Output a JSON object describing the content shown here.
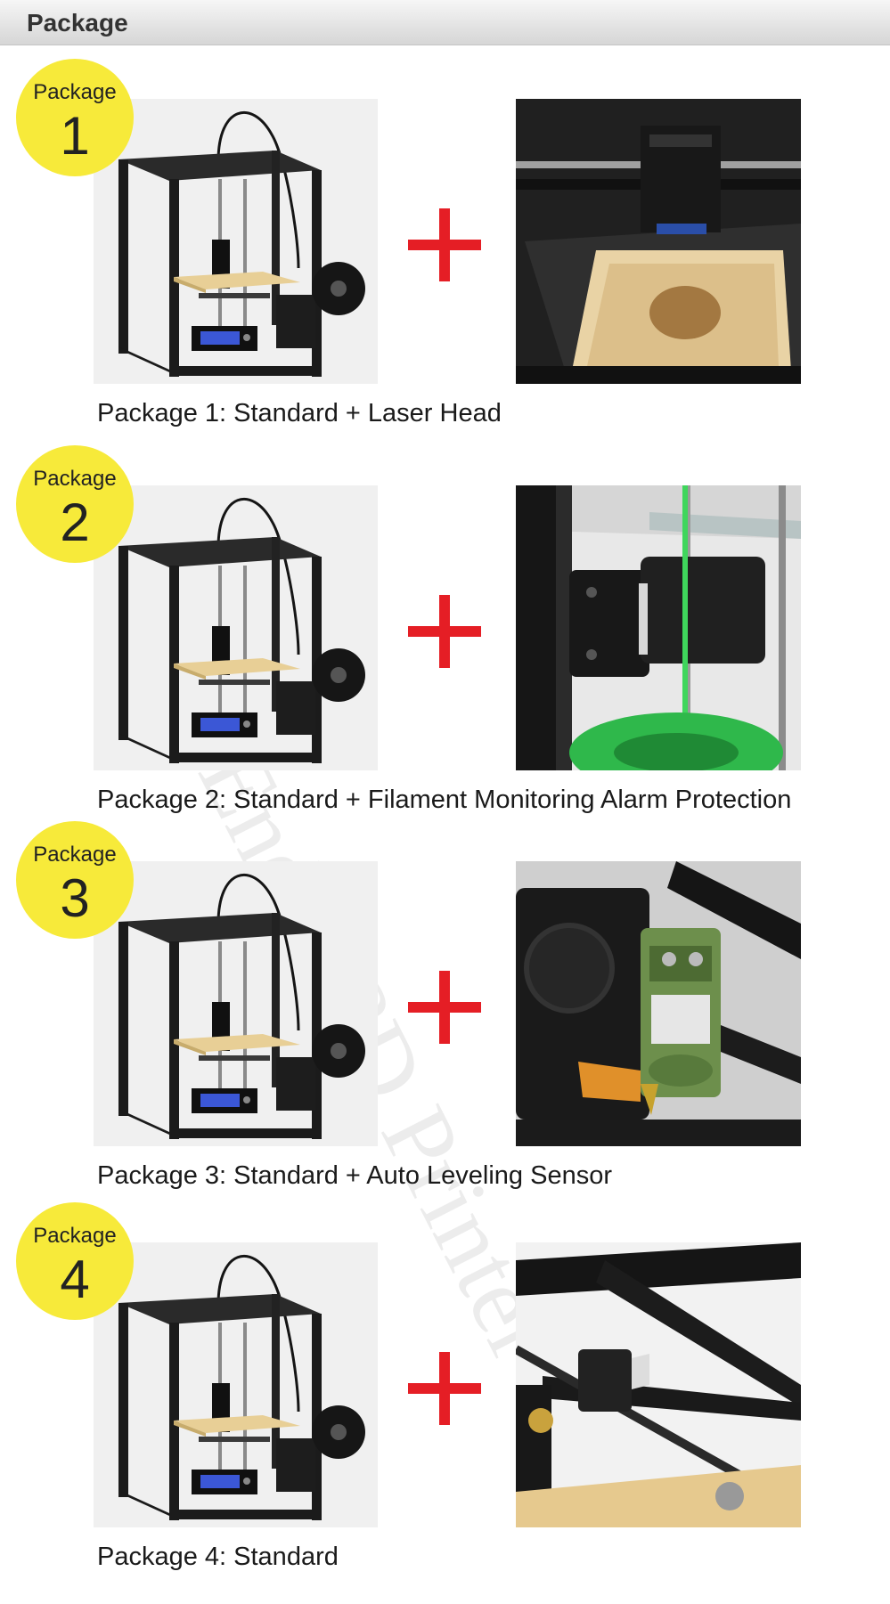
{
  "header": {
    "title": "Package"
  },
  "watermark": "Ender 3D Printer",
  "colors": {
    "badge": "#f7ea3a",
    "plus": "#e51e25",
    "frame": "#1b1b1b",
    "bed": "#e8cf96"
  },
  "packages": [
    {
      "badge_label": "Package",
      "badge_number": "1",
      "addon_icon": "laser-head-icon",
      "caption": "Package 1: Standard + Laser Head"
    },
    {
      "badge_label": "Package",
      "badge_number": "2",
      "addon_icon": "filament-sensor-icon",
      "caption": "Package 2: Standard + Filament Monitoring Alarm Protection"
    },
    {
      "badge_label": "Package",
      "badge_number": "3",
      "addon_icon": "auto-leveling-sensor-icon",
      "caption": "Package 3: Standard + Auto Leveling Sensor"
    },
    {
      "badge_label": "Package",
      "badge_number": "4",
      "addon_icon": "printer-frame-closeup-icon",
      "caption": "Package 4: Standard"
    }
  ]
}
